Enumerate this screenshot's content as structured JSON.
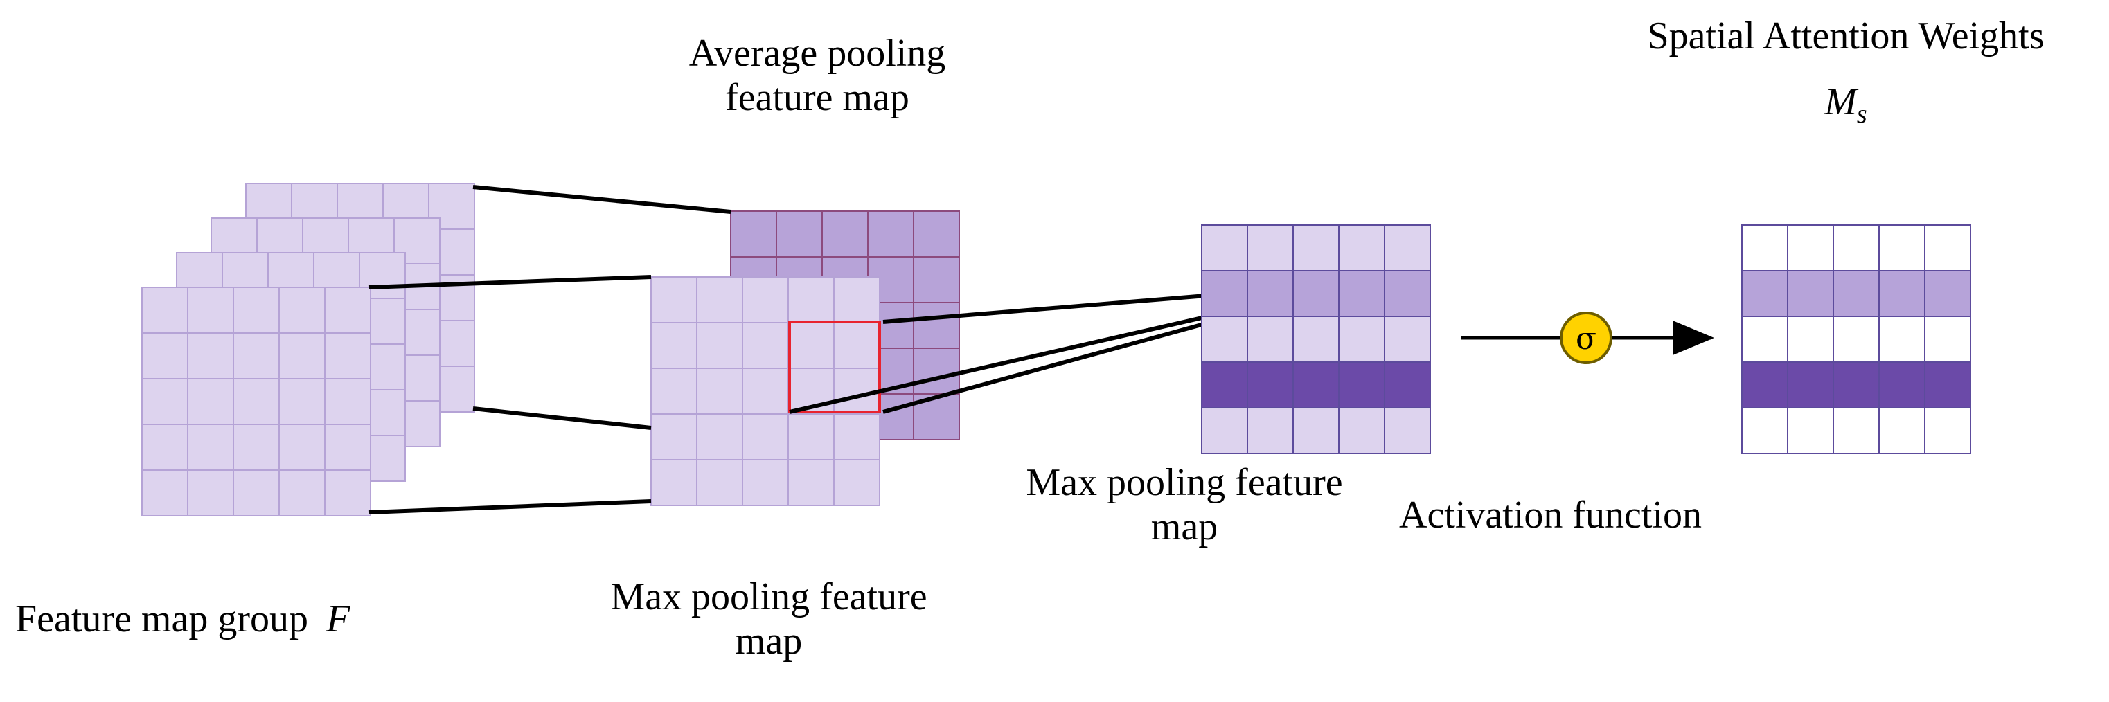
{
  "labels": {
    "avg_pool_line1": "Average pooling",
    "avg_pool_line2": "feature map",
    "max_pool_bottom_line1": "Max pooling feature",
    "max_pool_bottom_line2": "map",
    "max_pool_mid_line1": "Max pooling feature",
    "max_pool_mid_line2": "map",
    "feature_group": "Feature map group",
    "feature_symbol": "F",
    "spatial_title": "Spatial Attention Weights",
    "ms_symbol": "M",
    "ms_sub": "s",
    "activation": "Activation function",
    "sigma": "σ"
  },
  "colors": {
    "light_purple": "#ddd3ee",
    "grid_line": "#b5a3d6",
    "avg_fill": "#b7a3d8",
    "avg_line": "#8c4a7d",
    "mid_row": "#b6a3d9",
    "dark_row": "#6b4aa8",
    "frame_line": "#5c4b9c",
    "highlight": "#e8232f",
    "sigma_fill": "#ffd200",
    "sigma_stroke": "#7a6a00"
  }
}
